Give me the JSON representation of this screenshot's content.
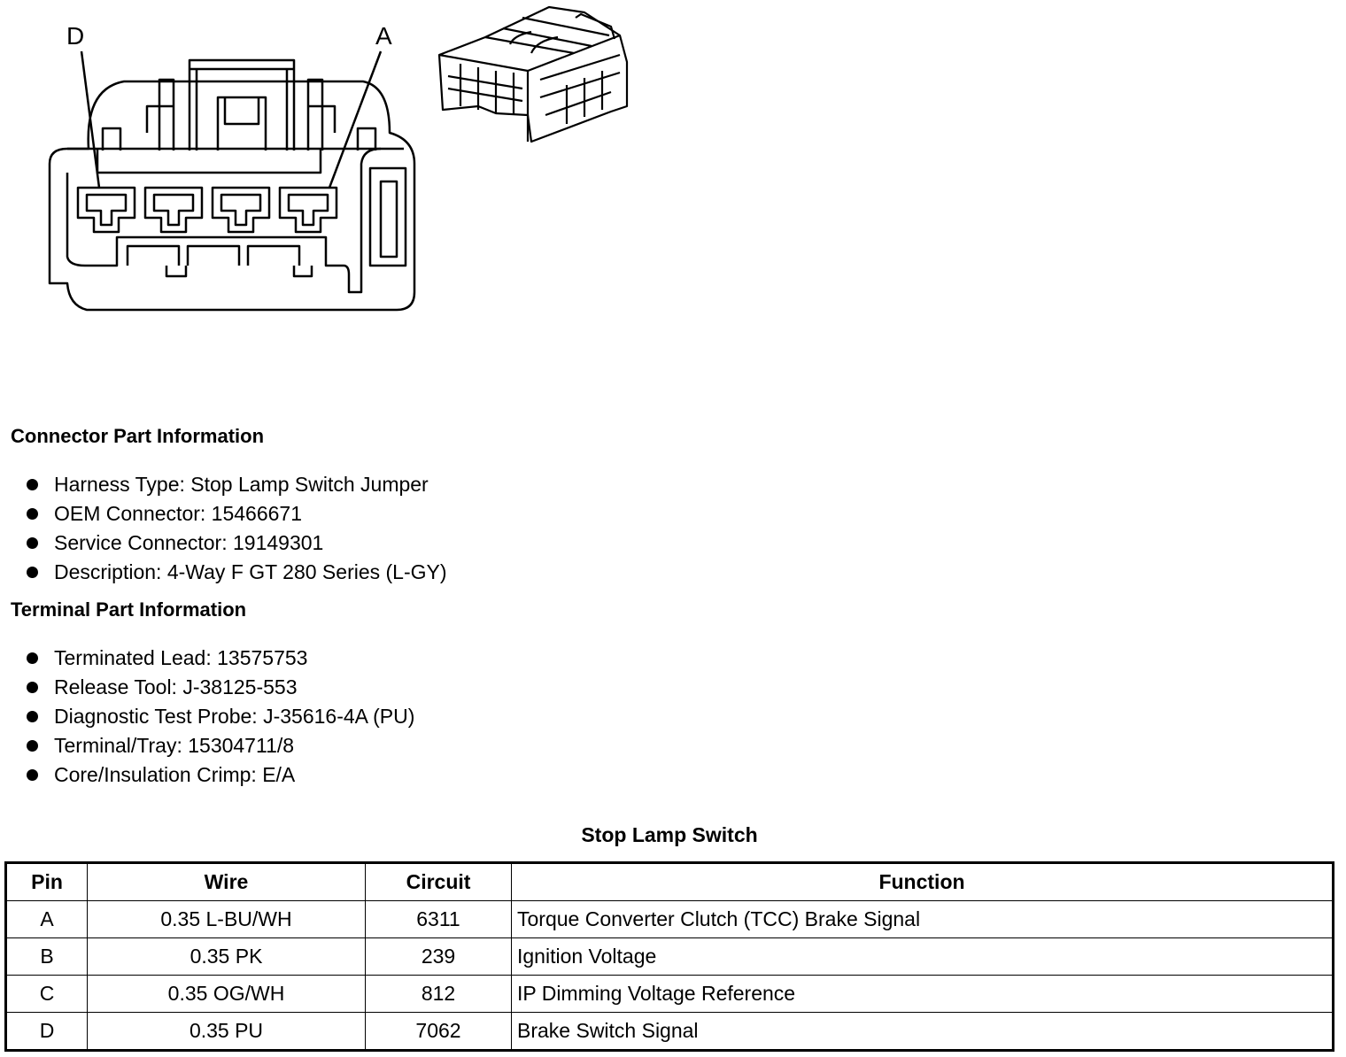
{
  "connector_drawing": {
    "label_left": "D",
    "label_right": "A"
  },
  "connector_section": {
    "title": "Connector Part Information",
    "items": [
      "Harness Type: Stop Lamp Switch Jumper",
      "OEM Connector: 15466671",
      "Service Connector: 19149301",
      "Description: 4-Way F GT 280 Series (L-GY)"
    ]
  },
  "terminal_section": {
    "title": "Terminal Part Information",
    "items": [
      "Terminated Lead: 13575753",
      "Release Tool: J-38125-553",
      "Diagnostic Test Probe: J-35616-4A (PU)",
      "Terminal/Tray: 15304711/8",
      "Core/Insulation Crimp: E/A"
    ]
  },
  "pin_table": {
    "title": "Stop Lamp Switch",
    "headers": [
      "Pin",
      "Wire",
      "Circuit",
      "Function"
    ],
    "rows": [
      [
        "A",
        "0.35 L-BU/WH",
        "6311",
        "Torque Converter Clutch (TCC) Brake Signal"
      ],
      [
        "B",
        "0.35 PK",
        "239",
        "Ignition Voltage"
      ],
      [
        "C",
        "0.35 OG/WH",
        "812",
        "IP Dimming Voltage Reference"
      ],
      [
        "D",
        "0.35 PU",
        "7062",
        "Brake Switch Signal"
      ]
    ]
  }
}
